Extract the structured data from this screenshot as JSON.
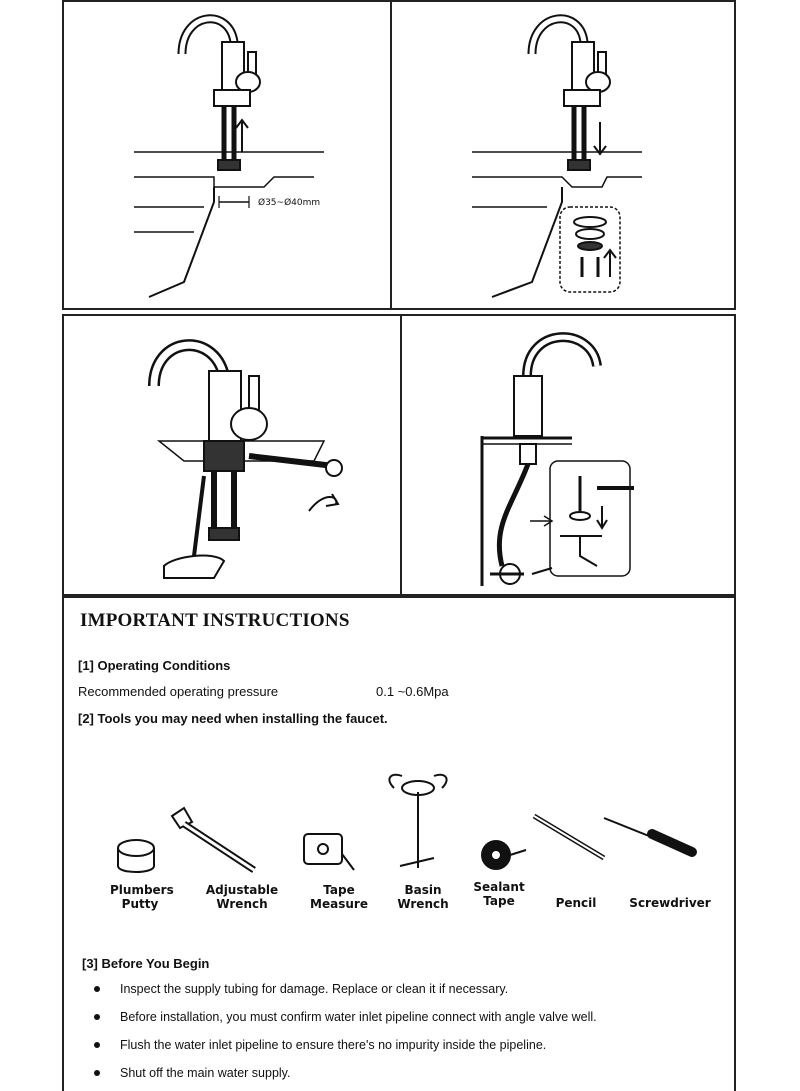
{
  "diagram": {
    "hole_size_label": "Ø35~Ø40mm"
  },
  "instructions": {
    "title": "IMPORTANT INSTRUCTIONS",
    "section1_heading": "[1] Operating Conditions",
    "pressure_label": "Recommended operating pressure",
    "pressure_value": "0.1 ~0.6Mpa",
    "section2_heading": "[2] Tools you may need when installing the faucet.",
    "tools": [
      {
        "line1": "Plumbers",
        "line2": "Putty",
        "icon": "putty-icon"
      },
      {
        "line1": "Adjustable",
        "line2": "Wrench",
        "icon": "adjustable-wrench-icon"
      },
      {
        "line1": "Tape",
        "line2": "Measure",
        "icon": "tape-measure-icon"
      },
      {
        "line1": "Basin",
        "line2": "Wrench",
        "icon": "basin-wrench-icon"
      },
      {
        "line1": "Sealant",
        "line2": "Tape",
        "icon": "sealant-tape-icon"
      },
      {
        "line1": "Pencil",
        "line2": "",
        "icon": "pencil-icon"
      },
      {
        "line1": "Screwdriver",
        "line2": "",
        "icon": "screwdriver-icon"
      }
    ],
    "section3_heading": "[3] Before You Begin",
    "bullets": [
      "Inspect the supply tubing for damage. Replace or clean it if necessary.",
      "Before installation, you must confirm water inlet pipeline connect with angle valve well.",
      "Flush the water inlet pipeline to ensure there's no impurity inside the pipeline.",
      "Shut off the main water supply."
    ]
  }
}
